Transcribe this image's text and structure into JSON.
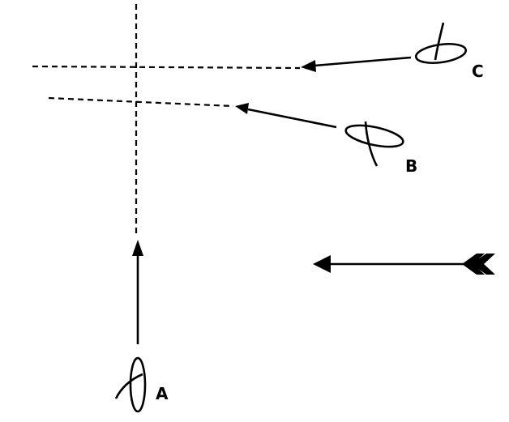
{
  "labels": {
    "a": "A",
    "b": "B",
    "c": "C"
  },
  "colors": {
    "ink": "#000000",
    "background": "#ffffff"
  },
  "icons": {
    "a": "antenna-loop-icon",
    "b": "antenna-loop-icon",
    "c": "antenna-loop-icon",
    "wind": "feathered-arrow-icon"
  }
}
